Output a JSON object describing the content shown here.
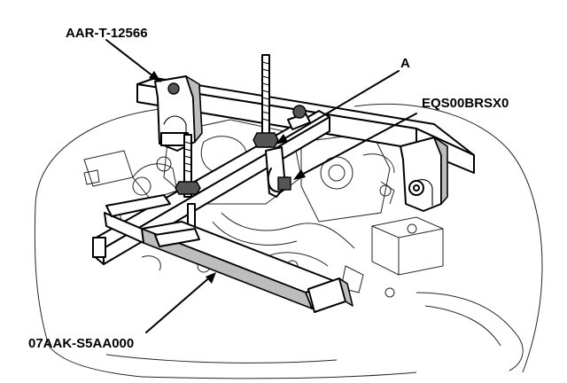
{
  "labels": {
    "tool_top": "AAR-T-12566",
    "part_a": "A",
    "tool_right": "EQS00BRSX0",
    "tool_bottom": "07AAK-S5AA000"
  }
}
